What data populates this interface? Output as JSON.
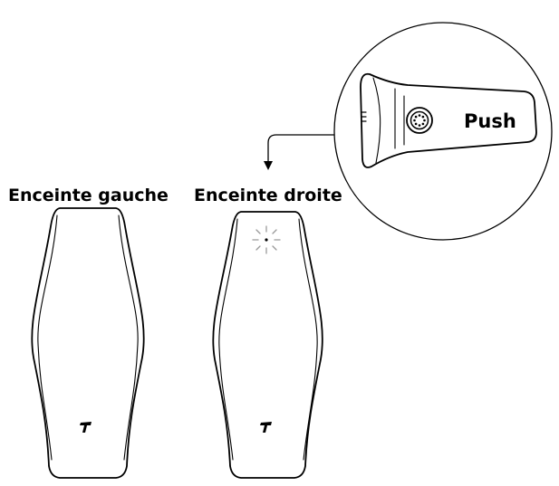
{
  "labels": {
    "left_speaker": "Enceinte gauche",
    "right_speaker": "Enceinte droite",
    "button": "Push"
  },
  "icons": {
    "logo": "tail-logo-icon",
    "led": "blinking-led-icon",
    "button": "push-button-icon"
  },
  "colors": {
    "line": "#000000",
    "led": "#9a9a9a",
    "background": "#ffffff"
  }
}
